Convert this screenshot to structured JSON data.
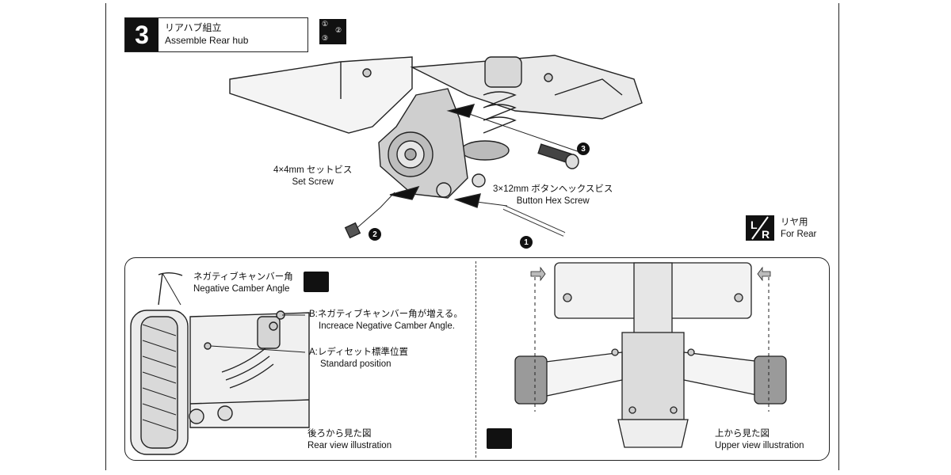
{
  "step": {
    "number": "3",
    "title_ja": "リアハブ組立",
    "title_en": "Assemble Rear hub"
  },
  "order_icon": {
    "steps": [
      "①",
      "②",
      "③"
    ]
  },
  "callouts": {
    "set_screw": {
      "ja": "4×4mm セットビス",
      "en": "Set Screw",
      "number": "2"
    },
    "hex_screw": {
      "ja": "3×12mm ボタンヘックスビス",
      "en": "Button Hex Screw",
      "number": "3"
    },
    "shaft": {
      "number": "1"
    }
  },
  "side_badge": {
    "letters": "L/R",
    "ja": "リヤ用",
    "en": "For Rear"
  },
  "rear_view": {
    "camber_ja": "ネガティブキャンバー角",
    "camber_en": "Negative Camber Angle",
    "b_ja": "B:ネガティブキャンバー角が増える。",
    "b_en": "Increace Negative Camber Angle.",
    "a_ja": "A:レディセット標準位置",
    "a_en": "Standard position",
    "caption_ja": "後ろから見た図",
    "caption_en": "Rear view illustration"
  },
  "upper_view": {
    "caption_ja": "上から見た図",
    "caption_en": "Upper view illustration"
  },
  "icons": [
    "arrange-order-icon",
    "left-right-icon",
    "pointing-hand-icon"
  ]
}
